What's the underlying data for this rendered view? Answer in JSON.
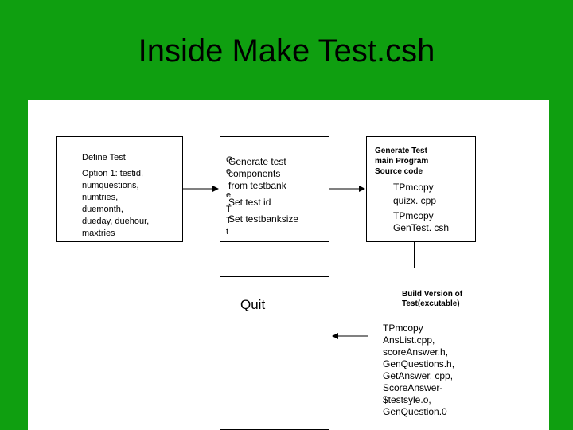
{
  "title": "Inside Make Test.csh",
  "nodes": {
    "define_test": {
      "heading": "Define Test",
      "body": "Option 1: testid,\nnumquestions,\nnumtries,\nduemonth,\ndueday, duehour,\nmaxtries"
    },
    "generate": {
      "line1": "Generate test",
      "line2": "components",
      "line3": "from testbank",
      "line4": "Set test id",
      "line5": "Set testbanksize",
      "bullets": [
        "G",
        "e",
        "e",
        "T",
        "T",
        "t"
      ]
    },
    "main_program": {
      "heading": "Generate Test\nmain Program\nSource code",
      "item1": "TPmcopy\nquizx. cpp",
      "item2": "TPmcopy\nGenTest. csh"
    },
    "quit": {
      "label": "Quit"
    },
    "build": {
      "heading": "Build Version of\nTest(excutable)",
      "files": "TPmcopy\nAnsList.cpp,\nscoreAnswer.h,\nGenQuestions.h,\nGetAnswer. cpp,\nScoreAnswer-\n$testsyle.o,\nGenQuestion.0"
    }
  }
}
